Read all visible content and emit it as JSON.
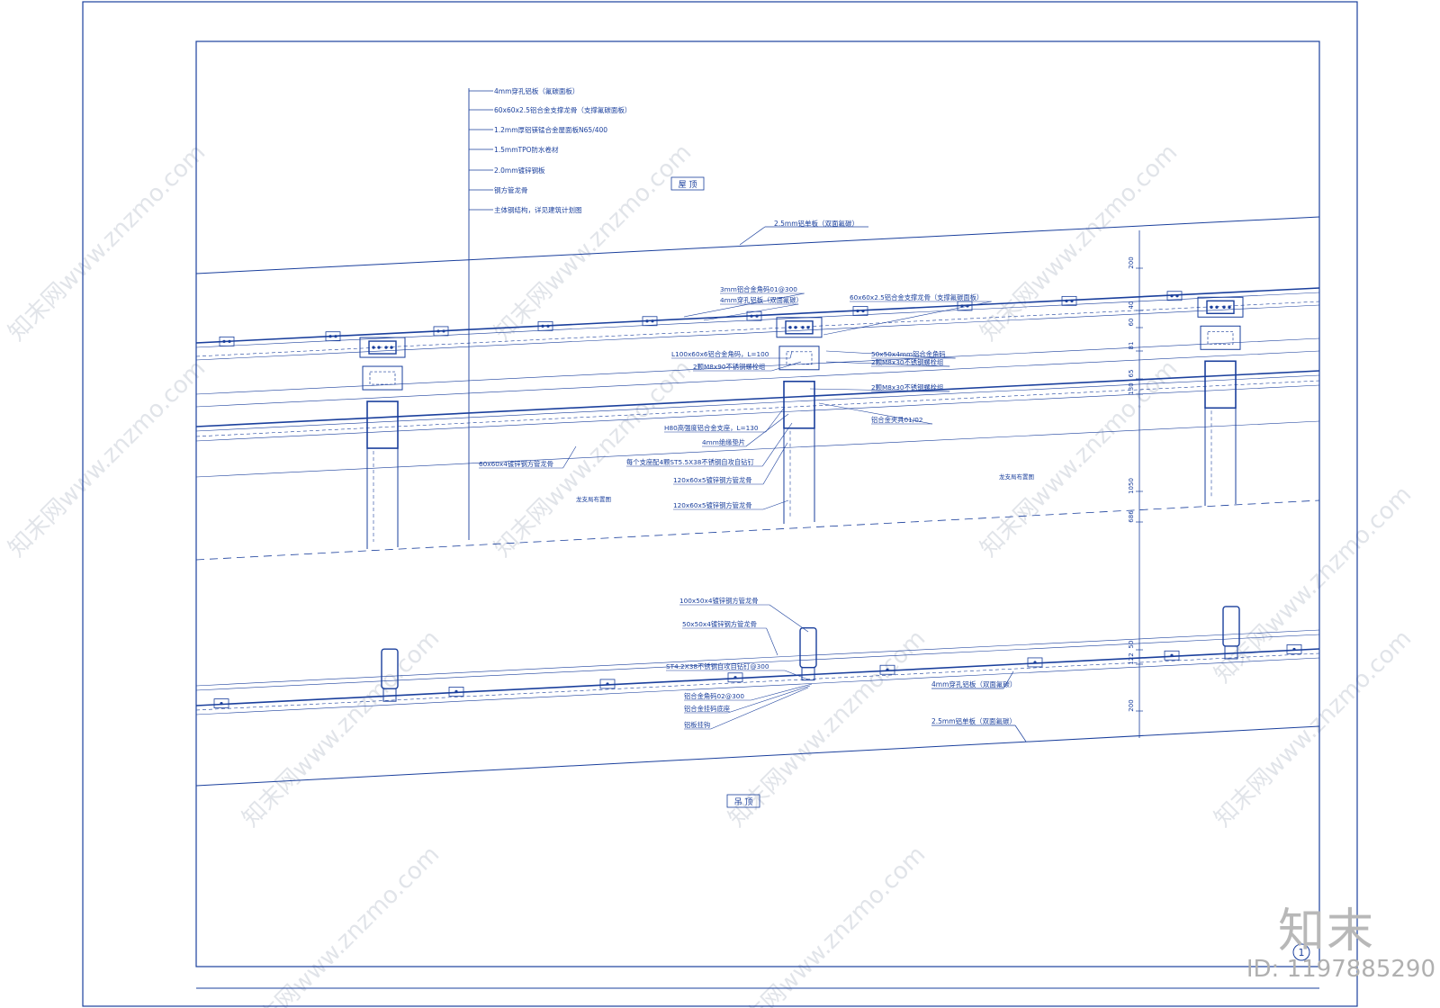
{
  "top_annotations": [
    "4mm穿孔铝板（氟碳面板）",
    "60x60x2.5铝合金支撑龙骨（支撑氟碳面板）",
    "1.2mm厚铝镁锰合金屋面板N65/400",
    "1.5mmTPO防水卷材",
    "2.0mm镀锌钢板",
    "钢方管龙骨",
    "主体钢结构，详见建筑计划图"
  ],
  "labels": {
    "roof": "屋 顶",
    "ceiling": "吊 顶",
    "panel_top": "2.5mm铝单板（双面氟碳）",
    "panel_bottom": "2.5mm铝单板（双面氟碳）",
    "perforated_bottom": "4mm穿孔铝板（双面氟碳）",
    "steel_range_1": "龙支局布置图",
    "steel_range_2": "龙支局布置图"
  },
  "callouts": [
    "3mm铝合金角码01@300",
    "4mm穿孔铝板（双面氟碳）",
    "60x60x2.5铝合金支撑龙骨（支撑氟碳面板）",
    "L100x60x6铝合金角码，L=100",
    "50x50x4mm铝合金角码",
    "2颗M8x90不锈钢螺栓组",
    "2颗M8x30不锈钢螺栓组",
    "2颗M8x30不锈钢螺栓组",
    "铝合金夹具01/02",
    "H80高强度铝合金支座，L=130",
    "4mm绝缘垫片",
    "每个支座配4颗ST5.5X38不锈钢自攻自钻钉",
    "60x60x4镀锌钢方管龙骨",
    "120x60x5镀锌钢方管龙骨",
    "120x60x5镀锌钢方管龙骨",
    "100x50x4镀锌钢方管龙骨",
    "50x50x4镀锌钢方管龙骨",
    "ST4.2X38不锈钢自攻自钻钉@300",
    "铝合金角码02@300",
    "铝合金挂码底座",
    "铝板挂钩"
  ],
  "dimensions": [
    "200",
    "40",
    "60",
    "81",
    "65",
    "130",
    "1050",
    "686",
    "50",
    "122",
    "200"
  ],
  "watermark": "知末网www.znzmo.com",
  "brand": {
    "name": "知末",
    "id": "ID: 1197885290",
    "sheet_mark": "1"
  },
  "colors": {
    "line": "#1a3f9c",
    "watermark": "#c9cfd8",
    "brand": "#b8b8b8"
  }
}
